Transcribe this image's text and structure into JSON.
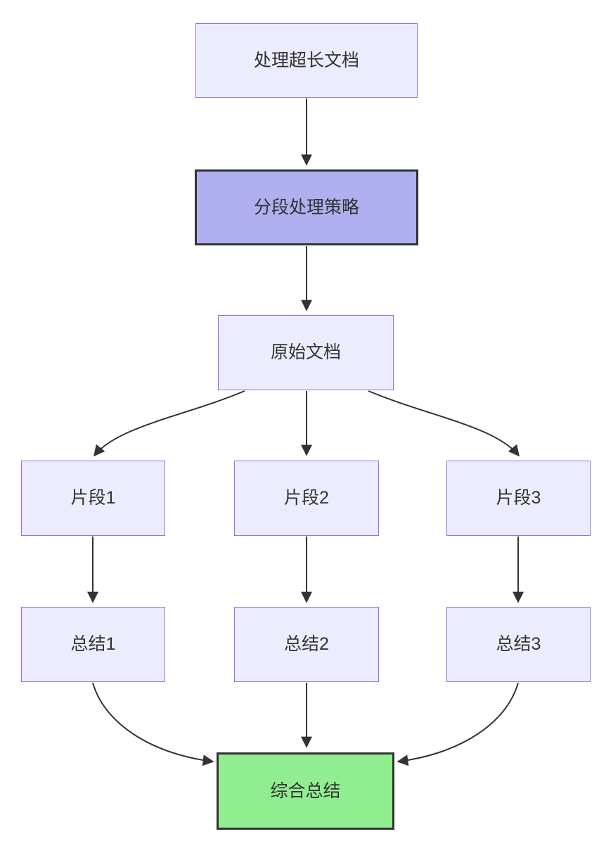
{
  "diagram": {
    "type": "flowchart",
    "direction": "top-down",
    "nodes": {
      "process_long_doc": {
        "label": "处理超长文档",
        "style": "default"
      },
      "segmentation_strategy": {
        "label": "分段处理策略",
        "style": "highlight"
      },
      "original_doc": {
        "label": "原始文档",
        "style": "default"
      },
      "fragment1": {
        "label": "片段1",
        "style": "default"
      },
      "fragment2": {
        "label": "片段2",
        "style": "default"
      },
      "fragment3": {
        "label": "片段3",
        "style": "default"
      },
      "summary1": {
        "label": "总结1",
        "style": "default"
      },
      "summary2": {
        "label": "总结2",
        "style": "default"
      },
      "summary3": {
        "label": "总结3",
        "style": "default"
      },
      "final_summary": {
        "label": "综合总结",
        "style": "final"
      }
    },
    "edges": [
      {
        "from": "process_long_doc",
        "to": "segmentation_strategy"
      },
      {
        "from": "segmentation_strategy",
        "to": "original_doc"
      },
      {
        "from": "original_doc",
        "to": "fragment1"
      },
      {
        "from": "original_doc",
        "to": "fragment2"
      },
      {
        "from": "original_doc",
        "to": "fragment3"
      },
      {
        "from": "fragment1",
        "to": "summary1"
      },
      {
        "from": "fragment2",
        "to": "summary2"
      },
      {
        "from": "fragment3",
        "to": "summary3"
      },
      {
        "from": "summary1",
        "to": "final_summary"
      },
      {
        "from": "summary2",
        "to": "final_summary"
      },
      {
        "from": "summary3",
        "to": "final_summary"
      }
    ],
    "colors": {
      "node_fill": "#ECECFF",
      "node_border": "#9370DB",
      "highlight_fill": "#B0B0F0",
      "highlight_border": "#333333",
      "final_fill": "#90EE90",
      "final_border": "#333333",
      "edge_stroke": "#333333",
      "text": "#333333",
      "background": "#FFFFFF"
    }
  }
}
